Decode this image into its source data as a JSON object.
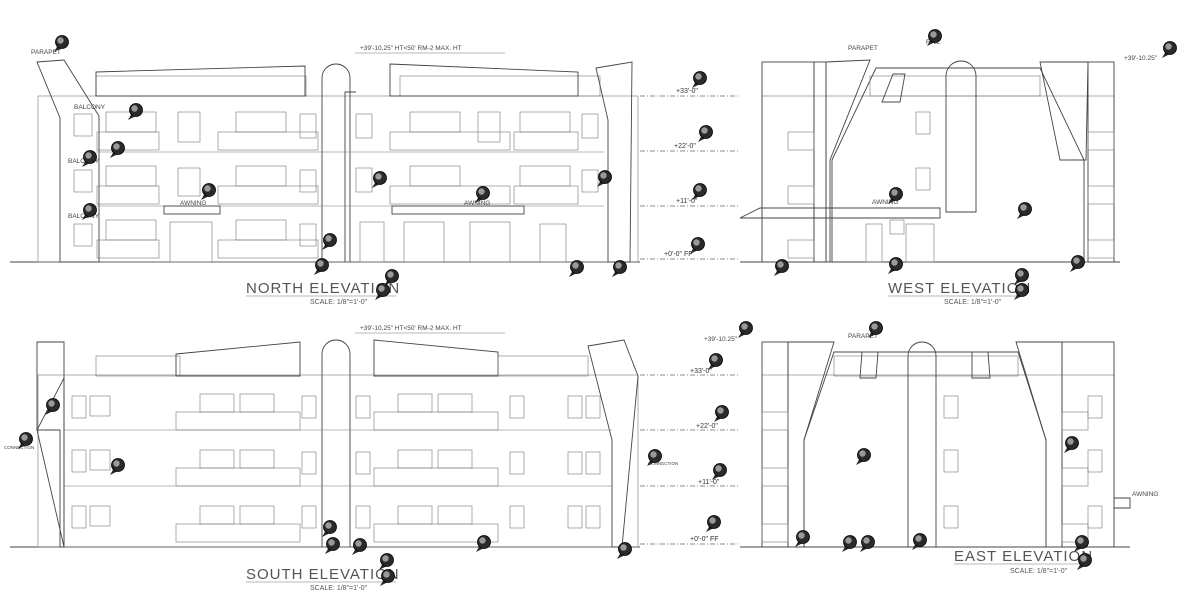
{
  "drawings": {
    "north": {
      "title": "NORTH ELEVATION",
      "scale": "SCALE: 1/8\"=1'-0\"",
      "height_note": "+39'-10.25\" HT<50' RM-2 MAX. HT"
    },
    "west": {
      "title": "WEST ELEVATION",
      "scale": "SCALE: 1/8\"=1'-0\"",
      "height_note": "+39'-10.25\""
    },
    "south": {
      "title": "SOUTH ELEVATION",
      "scale": "SCALE: 1/8\"=1'-0\"",
      "height_note": "+39'-10.25\" HT<50' RM-2 MAX. HT"
    },
    "east": {
      "title": "EAST ELEVATION",
      "scale": "SCALE: 1/8\"=1'-0\"",
      "height_note": "+39'-10.25\""
    }
  },
  "levels": {
    "top": {
      "l33": "+33'-0\"",
      "l22": "+22'-0\"",
      "l11": "+11'-0\"",
      "l0": "+0'-0\" FF"
    },
    "bottom": {
      "l33": "+33'-0\"",
      "l22": "+22'-0\"",
      "l11": "+11'-0\"",
      "l0": "+0'-0\" FF"
    }
  },
  "notes": {
    "parapet": "PARAPET",
    "balcony": "BALCONY",
    "awning": "AWNING",
    "rail": "RAIL",
    "connection": "CONNECTION"
  }
}
